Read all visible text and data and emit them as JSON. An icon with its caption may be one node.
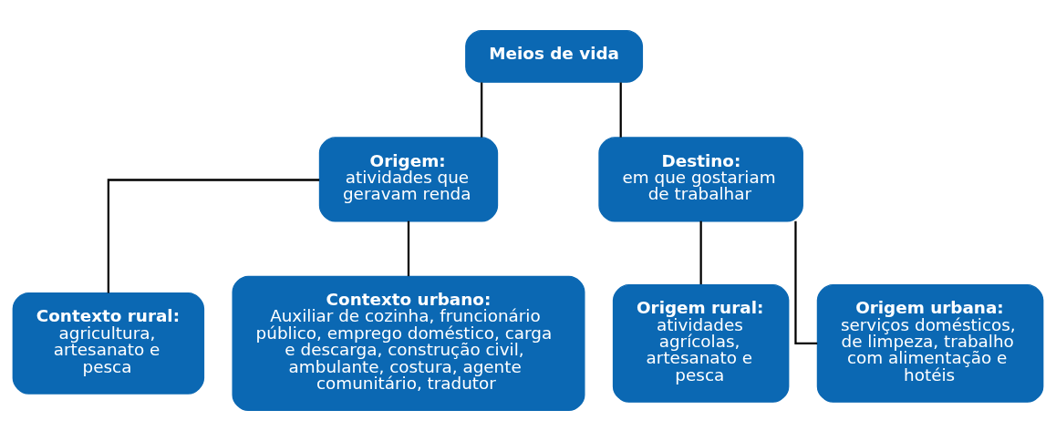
{
  "diagram": {
    "nodes": [
      {
        "text": [
          "Meios de vida"
        ]
      },
      {
        "text": [
          "Origem:",
          "atividades que geravam renda"
        ]
      },
      {
        "text": [
          "Destino:",
          "em que gostariam de trabalhar"
        ]
      },
      {
        "text": [
          "Contexto rural:",
          "agricultura, artesanato e pesca"
        ]
      },
      {
        "text": [
          "Contexto urbano:",
          "Auxiliar de cozinha, fruncionário público, emprego doméstico, carga e descarga, construção civil, ambulante, costura, agente comunitário, tradutor"
        ]
      },
      {
        "text": [
          "Origem rural:",
          "atividades agrícolas, artesanato e pesca"
        ]
      },
      {
        "text": [
          "Origem urbana:",
          "serviços domésticos, de limpeza, trabalho com alimentação e hotéis"
        ]
      }
    ],
    "edges": [
      {
        "from": 0,
        "to": 1,
        "arrow": "none"
      },
      {
        "from": 0,
        "to": 2,
        "arrow": "none"
      },
      {
        "from": 1,
        "to": 3,
        "arrow": "none"
      },
      {
        "from": 1,
        "to": 4,
        "arrow": "none"
      },
      {
        "from": 2,
        "to": 5,
        "arrow": "none"
      },
      {
        "from": 2,
        "to": 6,
        "arrow": "none"
      }
    ]
  }
}
